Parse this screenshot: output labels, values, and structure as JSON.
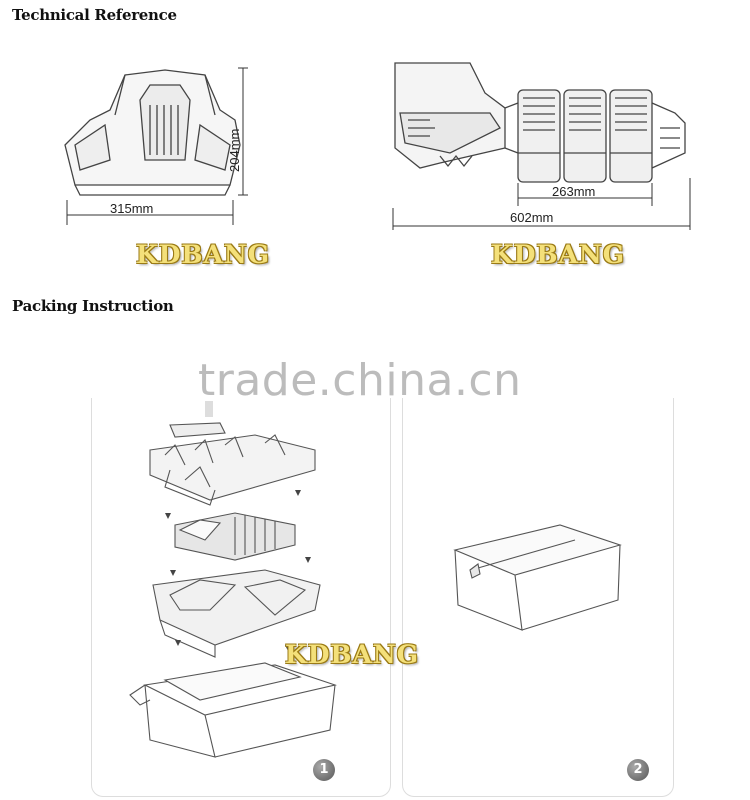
{
  "sections": {
    "technical_reference": "Technical Reference",
    "packing_instruction": "Packing Instruction"
  },
  "dimensions": {
    "front_width": "315mm",
    "front_height": "204mm",
    "side_module": "263mm",
    "side_length": "602mm"
  },
  "brand": "KDBANG",
  "watermark": "trade.china.cn",
  "steps": {
    "one": "1",
    "two": "2"
  }
}
